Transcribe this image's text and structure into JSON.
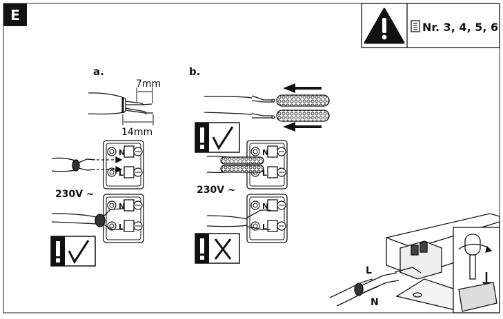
{
  "section": {
    "letter": "E"
  },
  "header": {
    "reference": "Nr. 3, 4, 5, 6"
  },
  "diagram": {
    "panel_a": {
      "label": "a.",
      "dim_strip": "7mm",
      "dim_total": "14mm",
      "voltage": "230V ~",
      "terminal_letters": [
        "N",
        "L",
        "N",
        "L"
      ]
    },
    "panel_b": {
      "label": "b.",
      "voltage": "230V ~",
      "terminal_letters": [
        "N",
        "L",
        "N",
        "L"
      ]
    },
    "wiring_labels": {
      "live": "L",
      "neutral": "N"
    }
  }
}
